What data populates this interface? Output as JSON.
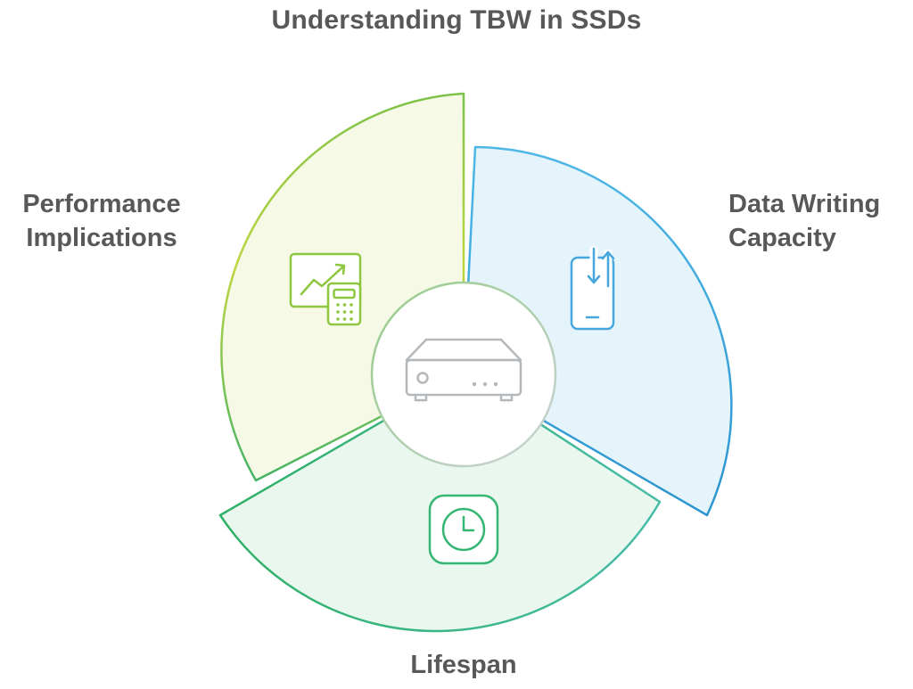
{
  "title": "Understanding TBW in SSDs",
  "segments": [
    {
      "name": "Performance Implications",
      "label_lines": [
        "Performance",
        "Implications"
      ],
      "icon": "chart-calculator-icon"
    },
    {
      "name": "Data Writing Capacity",
      "label_lines": [
        "Data Writing",
        "Capacity"
      ],
      "icon": "phone-data-transfer-icon"
    },
    {
      "name": "Lifespan",
      "label_lines": [
        "Lifespan"
      ],
      "icon": "clock-icon"
    }
  ],
  "center": {
    "icon": "ssd-drive-icon"
  },
  "colors": {
    "background": "#ffffff",
    "text": "#57585a",
    "performance_fill": "#f6f9e6",
    "performance_stroke_top": "#7cc249",
    "performance_stroke_mid": "#bcd63e",
    "performance_stroke_bottom": "#43b366",
    "capacity_fill": "#e5f4fb",
    "capacity_stroke_top": "#4db7e6",
    "capacity_stroke_bottom": "#2d95cf",
    "lifespan_fill": "#e9f7ef",
    "lifespan_stroke_left": "#2fb064",
    "lifespan_stroke_right": "#47bca8",
    "performance_icon": "#8dc63f",
    "capacity_icon": "#45a7dd",
    "lifespan_icon": "#35b673",
    "center_icon": "#b4b8bb",
    "ring_start": "#94cc86",
    "ring_end": "#ccd2d7"
  }
}
